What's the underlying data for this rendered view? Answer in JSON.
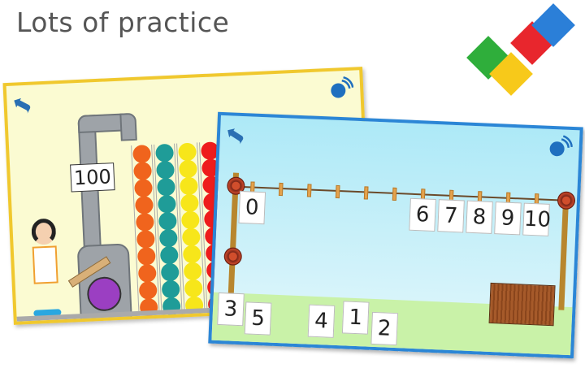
{
  "heading": "Lots of practice",
  "logo": {
    "colors": [
      "#2fae3b",
      "#e8262d",
      "#2b7fd8",
      "#f7c91a"
    ]
  },
  "back_screen": {
    "back_icon": "back-arrow-icon",
    "sound_icon": "sound-icon",
    "counter_label": "100",
    "tube_colors": [
      "#f0641d",
      "#1f9c98",
      "#f7e61a",
      "#ee1c1c",
      "#2fa84f"
    ],
    "balls_per_tube": 10
  },
  "front_screen": {
    "back_icon": "back-arrow-icon",
    "sound_icon": "sound-icon",
    "line_cards": [
      "0",
      "6",
      "7",
      "8",
      "9",
      "10"
    ],
    "ground_cards": [
      "3",
      "5",
      "4",
      "1",
      "2"
    ]
  }
}
